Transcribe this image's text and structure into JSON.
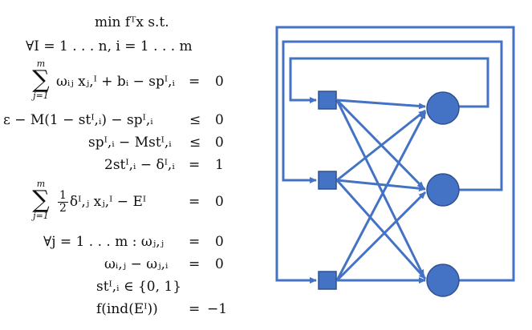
{
  "equations": {
    "objective": "min fᵀx   s.t.",
    "forall_line": "∀I = 1 . . . n, i = 1 . . . m",
    "sum1_upper": "m",
    "sum1_lower": "j=1",
    "sum1_lhs": "ωᵢⱼ xⱼ,ᴵ + bᵢ − spᴵ,ᵢ",
    "rel_eq": "=",
    "rel_le": "≤",
    "rhs_zero": "0",
    "rhs_one": "1",
    "rhs_neg_one": "−1",
    "eq2_lhs": "ε − M(1 − stᴵ,ᵢ) − spᴵ,ᵢ",
    "eq3_lhs": "spᴵ,ᵢ − Mstᴵ,ᵢ",
    "eq4_lhs": "2stᴵ,ᵢ − δᴵ,ᵢ",
    "sum2_upper": "m",
    "sum2_lower": "j=1",
    "frac_num": "1",
    "frac_den": "2",
    "sum2_lhs": "δᴵ,ⱼ xⱼ,ᴵ − Eᴵ",
    "eq6_lhs": "∀j = 1 . . . m : ωⱼ,ⱼ",
    "eq7_lhs": "ωᵢ,ⱼ − ωⱼ,ᵢ",
    "domain_line": "stᴵ,ᵢ ∈ {0, 1}",
    "eq9_lhs": "f(ind(Eᴵ))",
    "sigma": "∑"
  },
  "network": {
    "color": "#4472C4",
    "node_fill": "#4472C4",
    "input_nodes": 3,
    "output_nodes": 3
  }
}
